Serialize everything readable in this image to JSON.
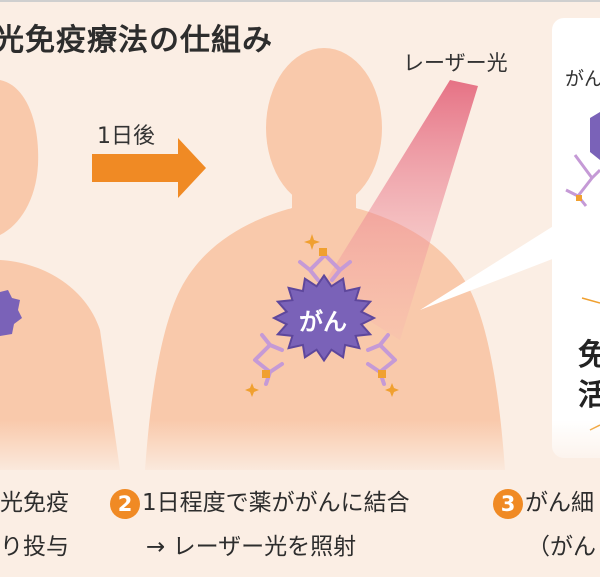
{
  "title": "光免疫療法の仕組み",
  "labels": {
    "laser": "レーザー光",
    "day": "1日後",
    "cancer": "がん"
  },
  "right_panel": {
    "small_text": "がん",
    "big_line1": "免",
    "big_line2": "活"
  },
  "captions": [
    {
      "number": "",
      "line1": "光免疫",
      "line2": "り投与"
    },
    {
      "number": "2",
      "line1": "1日程度で薬ががんに結合",
      "line2": "→ レーザー光を照射"
    },
    {
      "number": "3",
      "line1": "がん細",
      "line2": "（がん"
    }
  ],
  "colors": {
    "background": "#fbeee4",
    "body": "#f9c9ab",
    "arrow": "#f08a24",
    "laser": "#e8808c",
    "cancer": "#7a62b8",
    "antibody": "#c59ad6",
    "drug": "#f0a030"
  }
}
